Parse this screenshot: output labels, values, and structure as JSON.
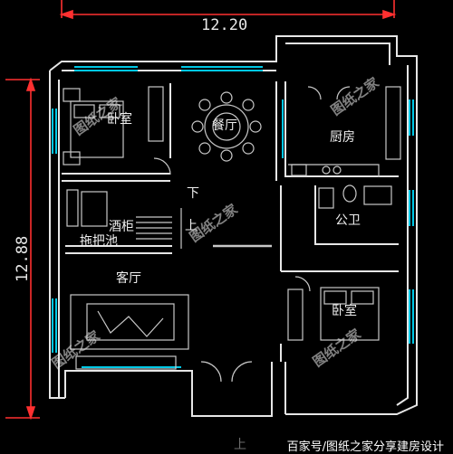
{
  "dimensions": {
    "width_label": "12.20",
    "height_label": "12.88"
  },
  "rooms": {
    "bedroom_nw": "卧室",
    "dining": "餐厅",
    "kitchen": "厨房",
    "bathroom": "公卫",
    "wine_cabinet": "酒柜",
    "mop_pool": "拖把池",
    "living": "客厅",
    "bedroom_se": "卧室"
  },
  "stairs": {
    "down": "下",
    "up": "上"
  },
  "entrance_label": "上",
  "watermark": "图纸之家",
  "footer": "百家号/图纸之家分享建房设计",
  "colors": {
    "background": "#000000",
    "wall": "#e6e6e6",
    "window": "#00c8e6",
    "dimension": "#ff3030",
    "fixture": "#c8c8c8"
  }
}
